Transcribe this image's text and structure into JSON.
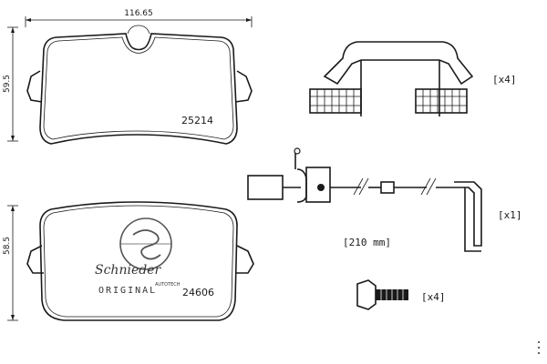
{
  "pads": {
    "top": {
      "part_number": "25214",
      "width_dim": "116.65",
      "height_dim": "59.5"
    },
    "bottom": {
      "part_number": "24606",
      "height_dim": "58.5"
    }
  },
  "brand": {
    "name": "Schnieder",
    "tagline": "ORIGINAL",
    "sub": "AUTOTECH"
  },
  "accessories": {
    "clips": {
      "quantity": "[x4]"
    },
    "sensor": {
      "quantity": "[x1]",
      "length": "[210 mm]"
    },
    "bolts": {
      "quantity": "[x4]"
    }
  }
}
